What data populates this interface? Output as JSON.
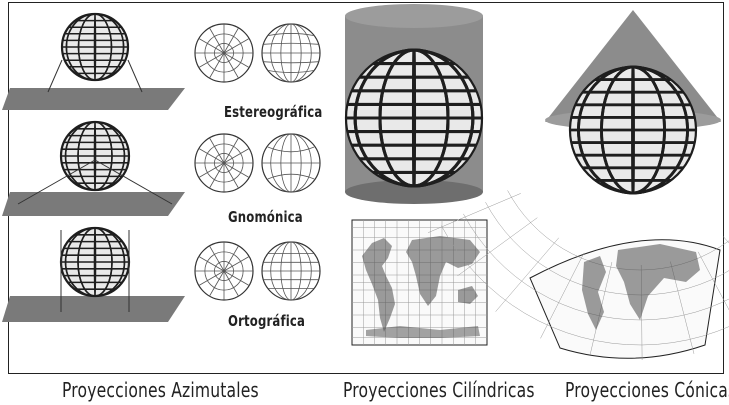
{
  "figure": {
    "azimuthal": {
      "title": "Proyecciones Azimutales",
      "views": [
        {
          "label": "Estereográfica"
        },
        {
          "label": "Gnomónica"
        },
        {
          "label": "Ortográfica"
        }
      ]
    },
    "cylindrical": {
      "title": "Proyecciones Cilíndricas"
    },
    "conic": {
      "title": "Proyecciones Cónicas"
    }
  },
  "colors": {
    "wire": "#1e1e1e",
    "plane": "#777777",
    "cylinder": "#8a8a8a",
    "cone": "#8a8a8a"
  }
}
